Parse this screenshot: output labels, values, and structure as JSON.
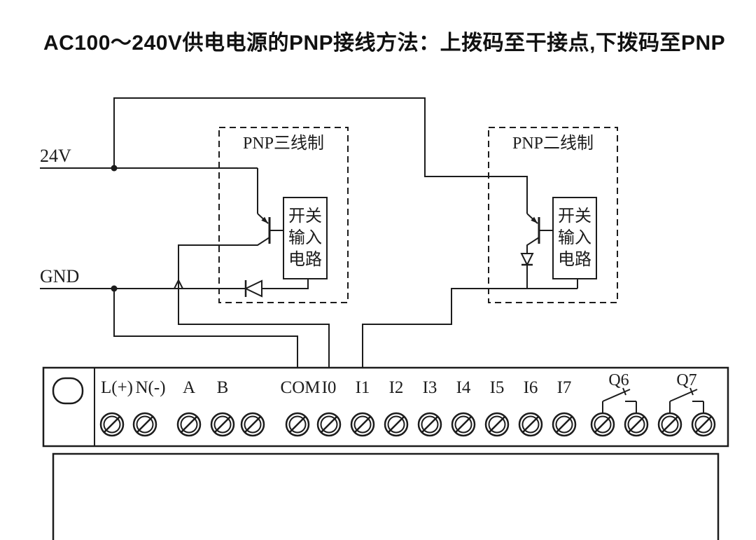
{
  "title": "AC100～240V供电电源的PNP接线方法：上拨码至干接点,下拨码至PNP",
  "rails": {
    "v24": "24V",
    "gnd": "GND"
  },
  "sensor_boxes": [
    {
      "label": "PNP三线制",
      "circuit_lines": [
        "开关",
        "输入",
        "电路"
      ]
    },
    {
      "label": "PNP二线制",
      "circuit_lines": [
        "开关",
        "输入",
        "电路"
      ]
    }
  ],
  "terminals": {
    "labels": [
      "L(+)",
      "N(-)",
      "A",
      "B",
      "COM",
      "I0",
      "I1",
      "I2",
      "I3",
      "I4",
      "I5",
      "I6",
      "I7"
    ],
    "outputs": [
      "Q6",
      "Q7"
    ]
  },
  "colors": {
    "line": "#1c1c1c",
    "background": "#ffffff"
  }
}
